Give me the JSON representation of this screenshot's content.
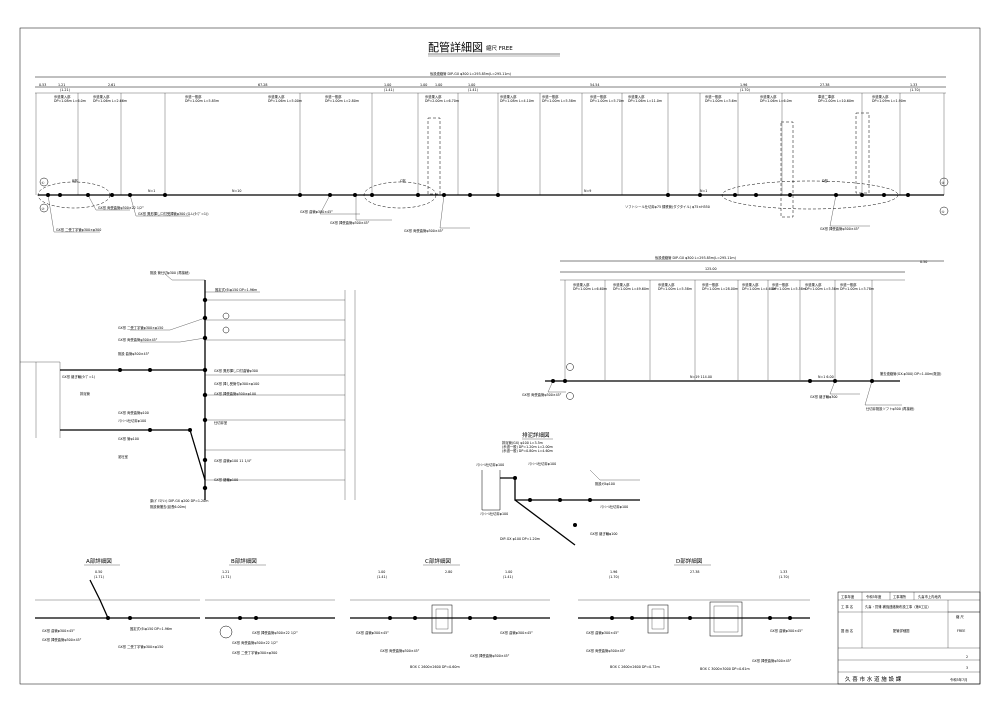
{
  "sheet_title": "配管詳細図",
  "scale_label": "縮尺 FREE",
  "top_profile": {
    "overall_dim": "仮設連絡管 DIP-GX φ300 L=293.85m(L=295.11m)",
    "segment_dims": [
      "0.53",
      "1.21",
      "2.61",
      "67.28",
      "1.00",
      "1.00",
      "1.00",
      "1.00",
      "54.54",
      "1.96",
      "27.38",
      "1.33"
    ],
    "sub_dims": [
      "(1.21)",
      "(1.41)",
      "(1.41)",
      "(1.70)",
      "(1.70)"
    ],
    "cover_notes": [
      {
        "title": "歩道乗入部",
        "text": "DP=1.08m L=6.0m"
      },
      {
        "title": "歩道乗入部",
        "text": "DP=1.06m L=2.66m"
      },
      {
        "title": "歩道一般部",
        "text": "DP=1.00m L=5.85m"
      },
      {
        "title": "歩道乗入部",
        "text": "DP=1.06m L=5.00m"
      },
      {
        "title": "歩道一般部",
        "text": "DP=1.00m L=2.80m"
      },
      {
        "title": "歩道乗入部",
        "text": "DP=2.00m L=6.70m"
      },
      {
        "title": "歩道乗入部",
        "text": "DP=1.08m L=4.10m"
      },
      {
        "title": "歩道一般部",
        "text": "DP=1.00m L=5.58m"
      },
      {
        "title": "歩道一般部",
        "text": "DP=1.00m L=5.70m"
      },
      {
        "title": "歩道乗入部",
        "text": "DP=1.06m L=11.0m"
      },
      {
        "title": "歩道一般部",
        "text": "DP=1.00m L=3.6m"
      },
      {
        "title": "歩道乗入部",
        "text": "DP=1.06m L=6.0m"
      },
      {
        "title": "車道二車部",
        "text": "DP=2.00m L=10.60m"
      },
      {
        "title": "歩道乗入部",
        "text": "DP=1.09m L=1.90m"
      }
    ],
    "pipe_labels": [
      "N=1",
      "N=10",
      "N=9",
      "N=1"
    ],
    "region_labels": [
      "B部",
      "C部",
      "D部"
    ],
    "circle_labels": [
      "①",
      "②",
      "④",
      "⑤"
    ],
    "callouts": [
      "GX形 両受曲管φ300×22 1/2°",
      "GX形 異形挿し口付受挿管φ300 (G-L(ﾀｲﾌﾟ=1))",
      "GX形 二受丁字管φ300×φ300",
      "GX形 曲管φ300×45°",
      "GX形 挿受曲管φ300×45°",
      "GX形 両受曲管φ300×45°",
      "ソフトシール仕切弁φ75 鋳鉄管(ダクタイル) φ75×H550",
      "GX形 挿受曲管φ300×45°"
    ]
  },
  "right_profile": {
    "overall_dim": "仮設連絡管 DIP-GX φ300 L=293.85m(L=295.11m)",
    "main_dim": "125.00",
    "end_dim": "0.50",
    "cover_notes": [
      {
        "title": "歩道乗入部",
        "text": "DP=1.00m L=6.60m"
      },
      {
        "title": "歩道乗入部",
        "text": "DP=1.00m L=49.60m"
      },
      {
        "title": "歩道乗入部",
        "text": "DP=1.00m L=5.58m"
      },
      {
        "title": "歩道一般部",
        "text": "DP=1.00m L=28.00m"
      },
      {
        "title": "歩道乗入部",
        "text": "DP=1.00m L=4.60m"
      },
      {
        "title": "歩道一般部",
        "text": "DP=1.00m L=5.58m"
      },
      {
        "title": "歩道乗入部",
        "text": "DP=1.00m L=5.58m"
      },
      {
        "title": "歩道一般部",
        "text": "DP=1.00m L=3.78m"
      }
    ],
    "pipe_labels": [
      "N=19 114.00",
      "N=1 6.00"
    ],
    "callouts": [
      "GX形 両受曲管φ300×45°",
      "GX形 継ぎ輪φ300",
      "仕切弁既設ソフトφ300 (再接続)",
      "撤去連絡管(GX-φ300) DP=1.00m(既設)"
    ]
  },
  "valve_detail": {
    "callouts": [
      "既設 管仕切φ300 (再接続)",
      "固定式ﾒﾀﾙφ150 DP=1.96m",
      "GX形 二受丁字管φ300×φ150",
      "GX形 両受曲管φ300×45°",
      "既設 曲管φ300×45°",
      "GX形 異形挿し口付曲管φ300",
      "GX形 継ぎ輪(ﾀｲﾌﾟ=1)",
      "GX形 挿し受管付φ300×φ100",
      "排泥管",
      "GX形 挿受曲管φ300×φ100",
      "GX形 両受曲管φ100",
      "仕切弁室",
      "GX形 曲管φ100 11 1/4°",
      "GX形 継輪φ100",
      "GX形 管φ100",
      "ｿﾌﾄｼｰﾙ仕切弁φ100",
      "泥吐室",
      "原(ﾎﾟﾘｴﾁﾚﾝ) DIP-GX φ200 DP=1.20m",
      "既設管撤去(延長6.00m)"
    ]
  },
  "drain_detail": {
    "title": "排泥詳細図",
    "notes": [
      "排泥管(GX) φ100 L=3.5m",
      "(歩道一般) DP=1.20m L=2.00m",
      "(歩道一般) DP=0.80m L=4.60m"
    ],
    "callouts": [
      "ｿﾌﾄｼｰﾙ仕切弁φ100",
      "ｿﾌﾄｼｰﾙ仕切弁φ100",
      "既設ﾒﾀﾙφ100",
      "ｿﾌﾄｼｰﾙ仕切弁φ100",
      "ｿﾌﾄｼｰﾙ仕切弁φ100",
      "DIP-GX φ100 DP=1.20m",
      "GX形 継ぎ輪φ100"
    ]
  },
  "details": [
    {
      "title": "A部詳細図",
      "dims": [
        "0.50",
        "(1.71)"
      ],
      "callouts": [
        "GX形 曲管φ300×45°",
        "GX形 挿受曲管φ300×45°",
        "固定式ﾒﾀﾙφ150 DP=1.96m",
        "GX形 二受丁字管φ300×φ150"
      ]
    },
    {
      "title": "B部詳細図",
      "dims": [
        "1.21",
        "(1.71)"
      ],
      "callouts": [
        "GX形 挿受曲管φ300×22 1/2°",
        "GX形 両受曲管φ300×22 1/2°",
        "GX形 二受丁字管φ300×φ300"
      ]
    },
    {
      "title": "C部詳細図",
      "dims": [
        "1.00",
        "(1.41)",
        "1.00",
        "2.80",
        "(1.41)"
      ],
      "callouts": [
        "GX形 曲管φ300×45°",
        "GX形 両受曲管φ300×45°",
        "GX形 曲管φ300×45°",
        "GX形 挿受曲管φ300×45°",
        "BOX C 2600×2600 DP=0.60m"
      ]
    },
    {
      "title": "D部詳細図",
      "dims": [
        "1.96",
        "(1.70)",
        "27.38",
        "1.33",
        "(1.70)"
      ],
      "callouts": [
        "GX形 曲管φ300×45°",
        "GX形 両受曲管φ300×45°",
        "GX形 曲管φ300×45°",
        "GX形 挿受曲管φ300×45°",
        "BOX C 2600×2600 DP=0.72m",
        "BOX C 3000×3000 DP=0.61m"
      ]
    }
  ],
  "title_block": {
    "year_label": "工事年度",
    "year_value": "令和5年度",
    "site_label": "工事場所",
    "site_value": "久喜市上内地内",
    "project_label": "工 事 名",
    "project_value": "久喜・菖蒲 補強連絡管布設工事（第8工区）",
    "drawing_label": "図 面 名",
    "drawing_value": "配管詳細図",
    "scale_label": "縮 尺",
    "scale_value": "FREE",
    "sheet_no": "2",
    "sheet_total": "3",
    "org": "久 喜 市 水 道 施 設 課",
    "date": "令和5年7月"
  }
}
